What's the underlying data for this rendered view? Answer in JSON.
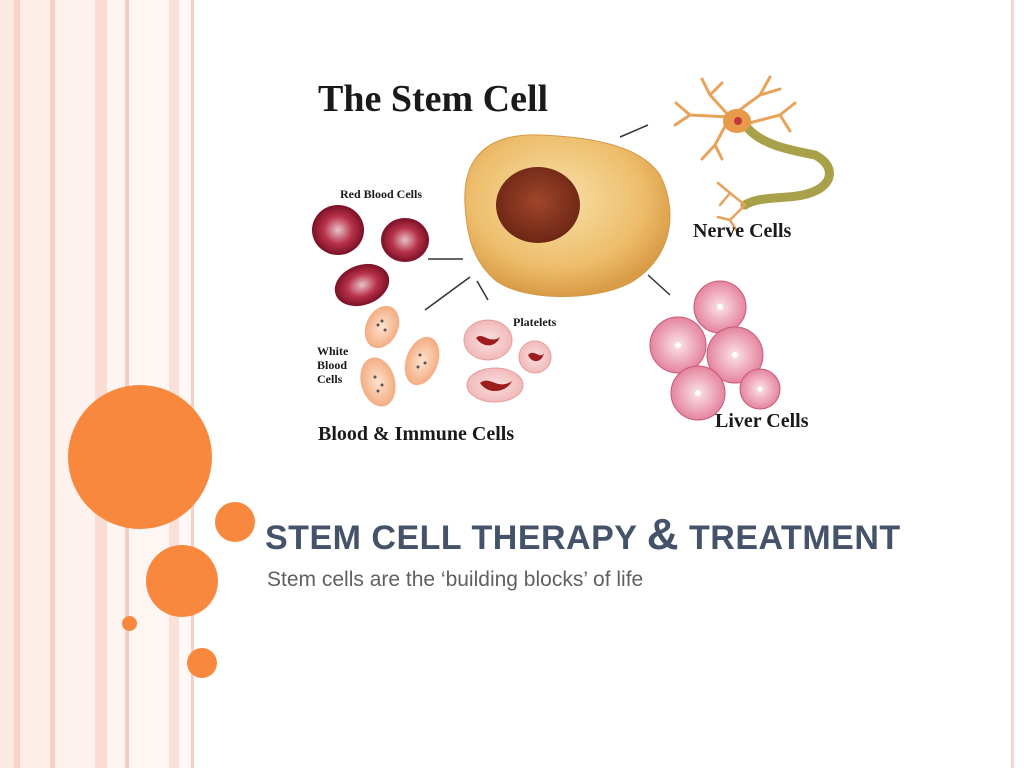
{
  "diagram": {
    "heading": "The Stem Cell",
    "labels": {
      "red_blood_cells": "Red Blood Cells",
      "nerve_cells": "Nerve Cells",
      "platelets": "Platelets",
      "white_blood_cells_1": "White",
      "white_blood_cells_2": "Blood",
      "white_blood_cells_3": "Cells",
      "liver_cells": "Liver Cells",
      "blood_immune_cells": "Blood & Immune Cells"
    }
  },
  "slide": {
    "title_part1": "STEM CELL THERAPY",
    "title_amp": "&",
    "title_part2": "TREATMENT",
    "subtitle": "Stem cells are the ‘building blocks’ of life"
  },
  "colors": {
    "accent_orange": "#f7883d",
    "title_color": "#45536a",
    "stripe_light": "#fde6df",
    "stripe_mid": "#f8cfc4"
  }
}
